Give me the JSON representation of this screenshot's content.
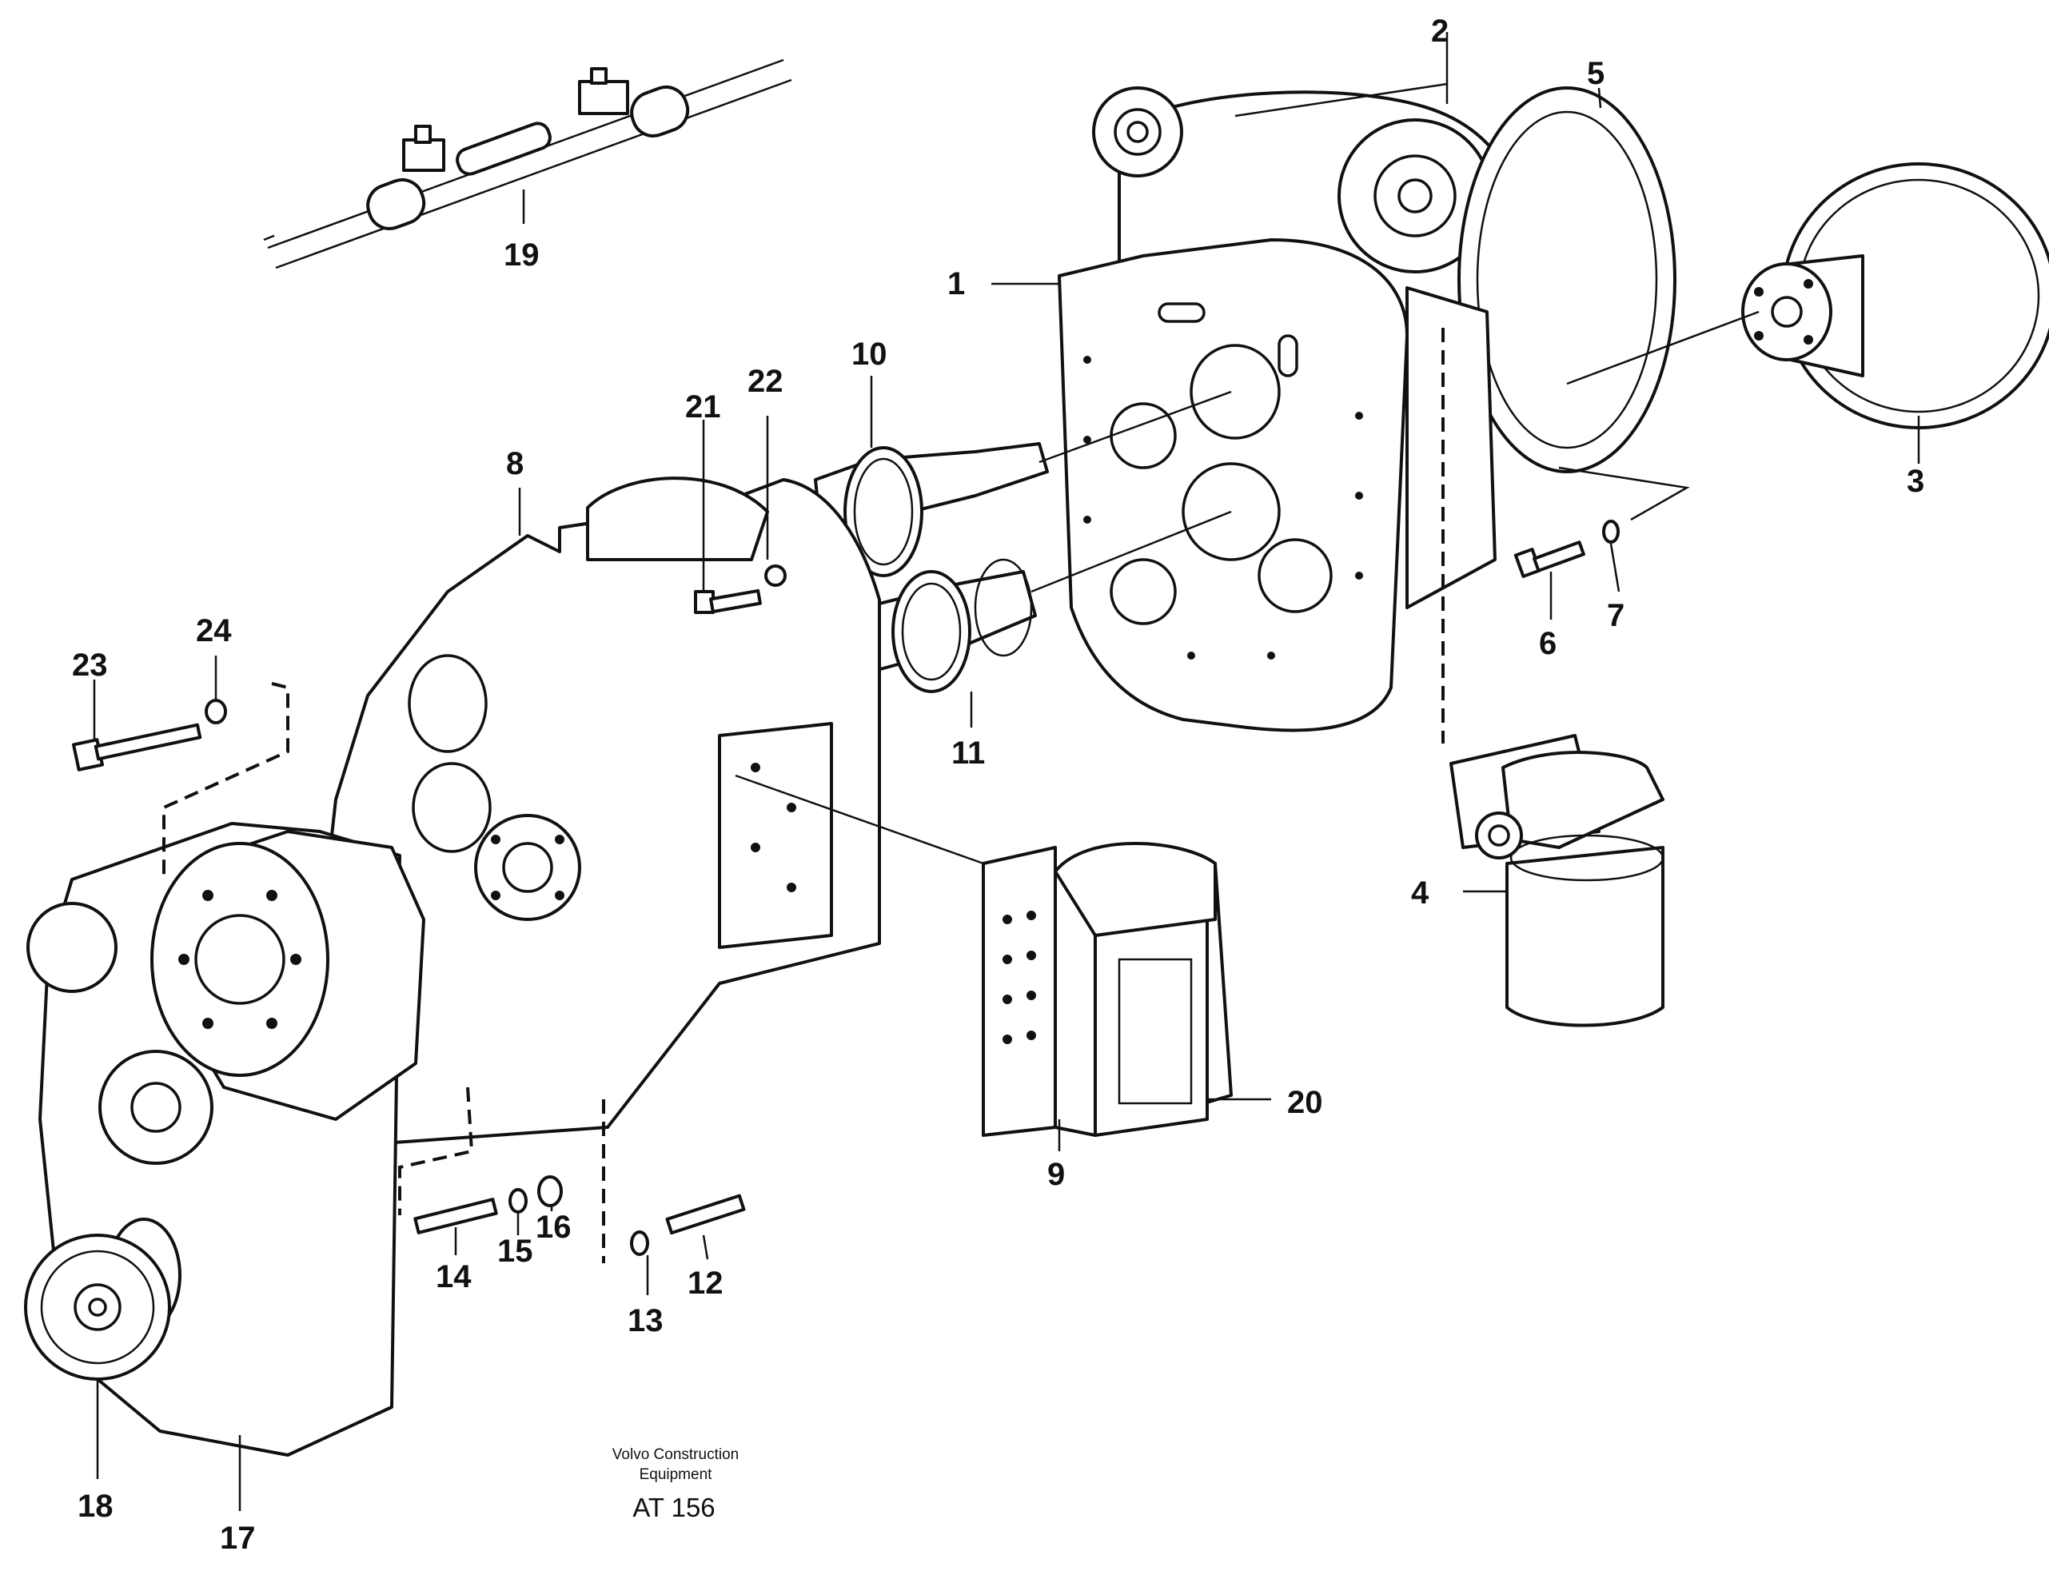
{
  "callouts": {
    "c1": "1",
    "c2": "2",
    "c3": "3",
    "c4": "4",
    "c5": "5",
    "c6": "6",
    "c7": "7",
    "c8": "8",
    "c9": "9",
    "c10": "10",
    "c11": "11",
    "c12": "12",
    "c13": "13",
    "c14": "14",
    "c15": "15",
    "c16": "16",
    "c17": "17",
    "c18": "18",
    "c19": "19",
    "c20": "20",
    "c21": "21",
    "c22": "22",
    "c23": "23",
    "c24": "24"
  },
  "caption": {
    "line1": "Volvo Construction",
    "line2": "Equipment",
    "code": "AT 156"
  }
}
